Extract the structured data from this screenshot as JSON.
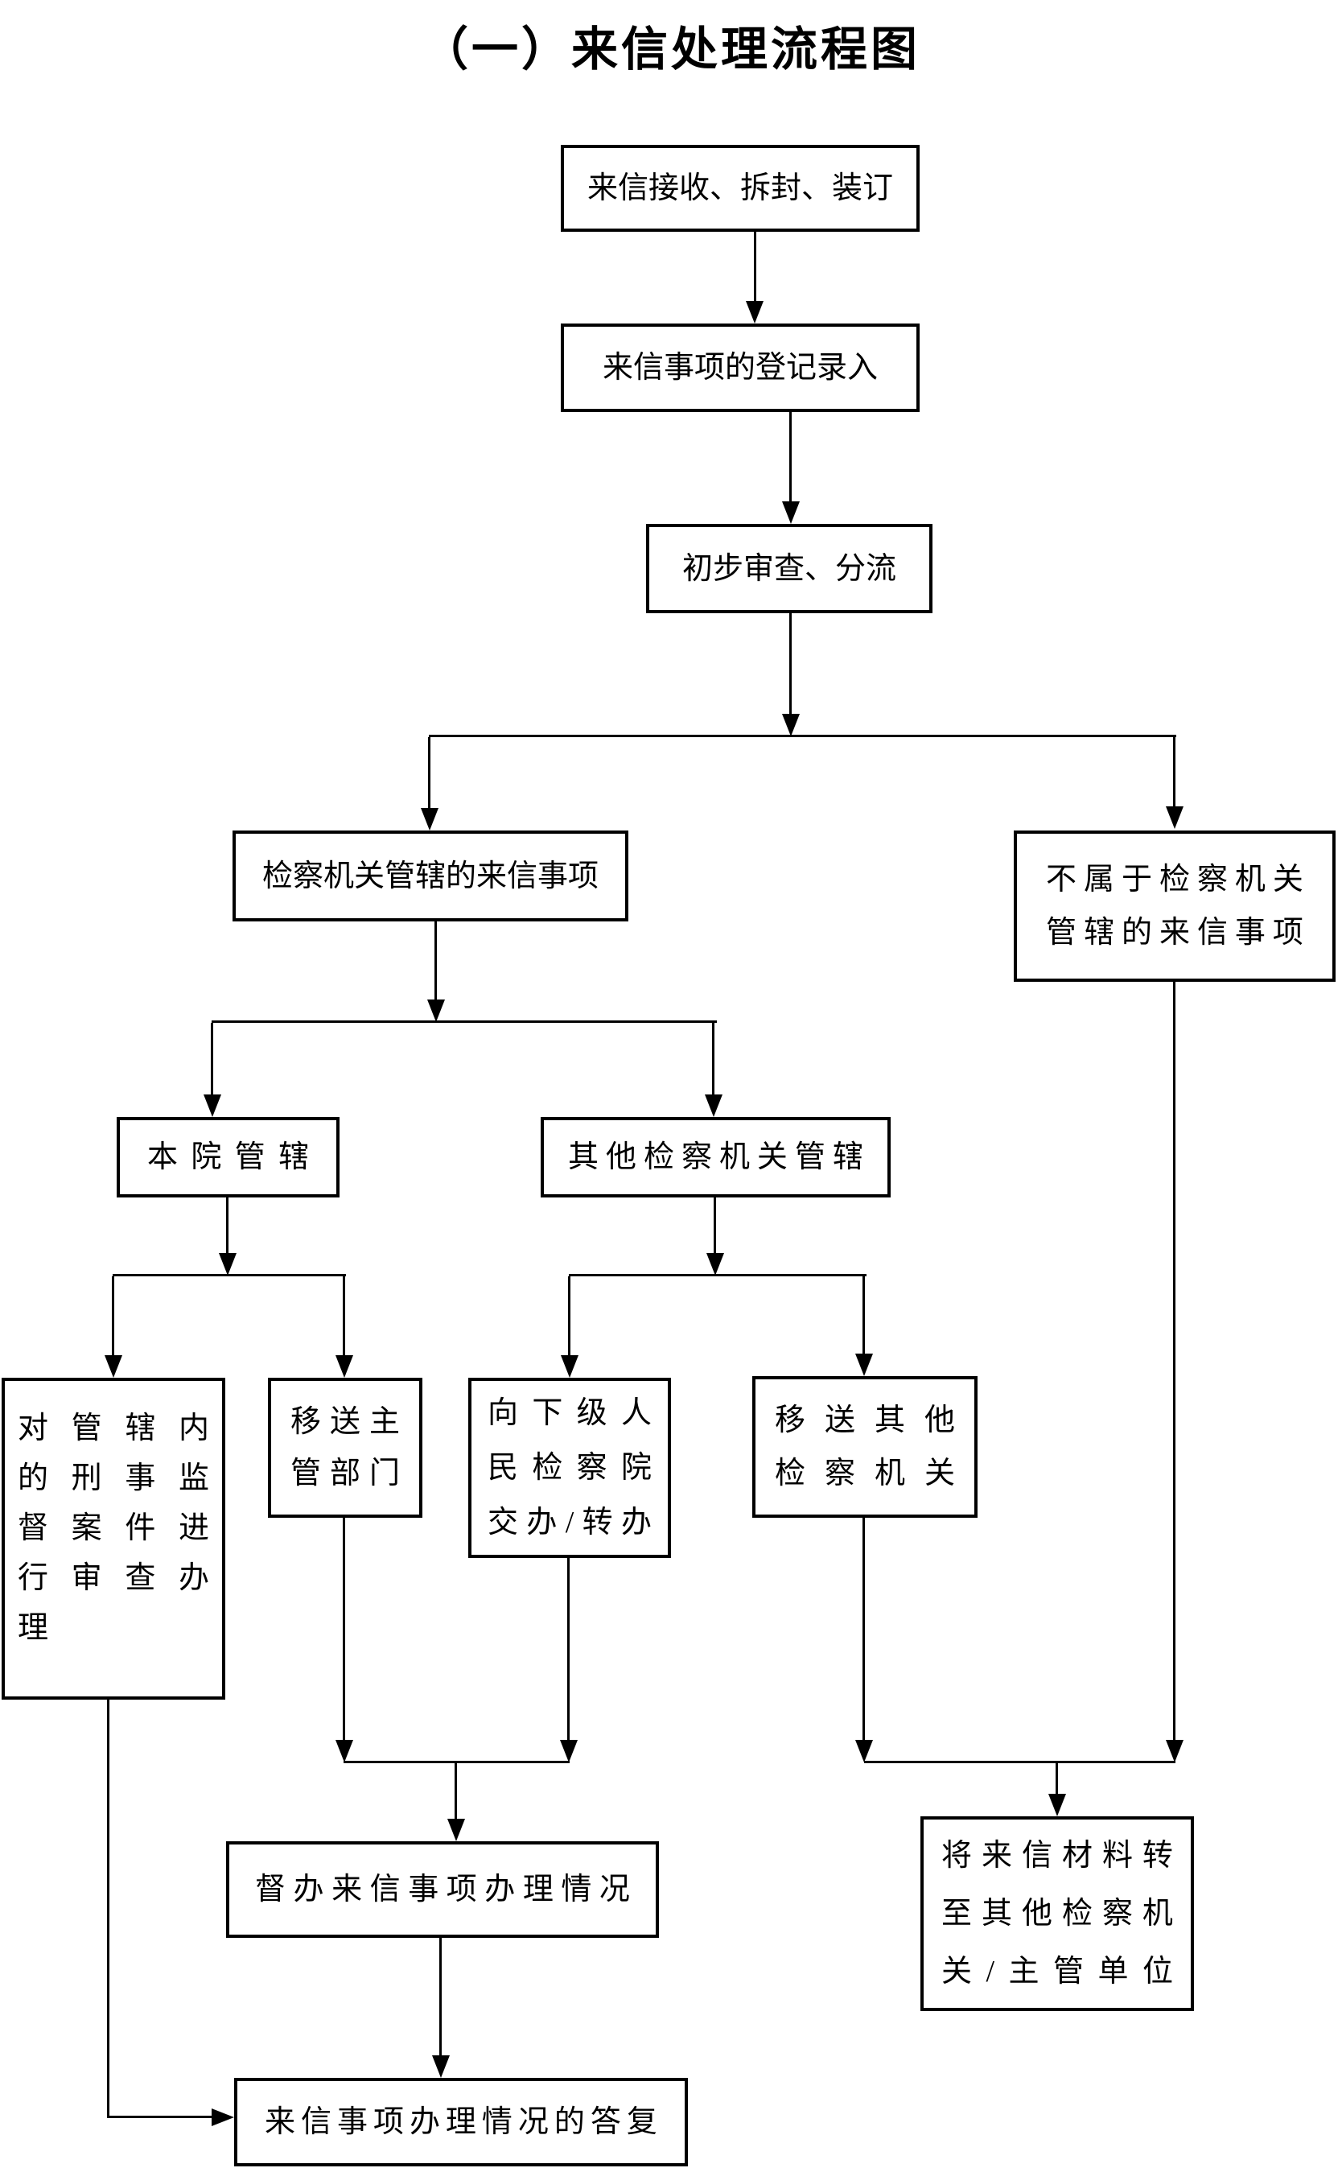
{
  "title": "（一）来信处理流程图",
  "nodes": {
    "receive": {
      "label": "来信接收、拆封、装订"
    },
    "register": {
      "label": "来信事项的登记录入"
    },
    "review": {
      "label": "初步审查、分流"
    },
    "jurisdiction": {
      "label": "检察机关管辖的来信事项"
    },
    "not_jurisdiction": {
      "label": "不属于检察机关管辖的来信事项",
      "lines": "不属于检察机关\n管辖的来信事项"
    },
    "own_court": {
      "label": "本院管辖"
    },
    "other_procuratorate": {
      "label": "其他检察机关管辖"
    },
    "criminal_review": {
      "label": "对管辖内的刑事监督案件进行审查办理",
      "lines": "对管辖内\n的刑事监\n督案件进\n行审查办\n理"
    },
    "transfer_dept": {
      "label": "移送主管部门",
      "lines": "移送主\n管部门"
    },
    "assign_lower": {
      "label": "向下级人民检察院交办/转办",
      "lines": "向下级人\n民检察院\n交办/转办"
    },
    "transfer_other": {
      "label": "移送其他检察机关",
      "lines": "移送其他\n检察机关"
    },
    "supervise": {
      "label": "督办来信事项办理情况"
    },
    "forward_material": {
      "label": "将来信材料转至其他检察机关/主管单位",
      "lines": "将来信材料转\n至其他检察机\n关/主管单位"
    },
    "reply": {
      "label": "来信事项办理情况的答复"
    }
  },
  "colors": {
    "line": "#000000",
    "background": "#ffffff"
  }
}
